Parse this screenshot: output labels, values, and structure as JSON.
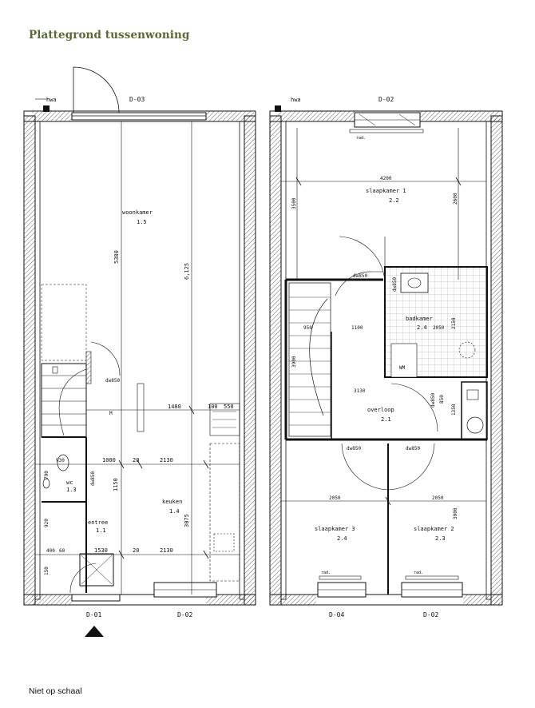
{
  "title": "Plattegrond tussenwoning",
  "footer": "Niet op schaal",
  "ground_floor": {
    "rooms": [
      {
        "name": "woonkamer",
        "num": "1.5"
      },
      {
        "name": "keuken",
        "num": "1.4"
      },
      {
        "name": "entree",
        "num": "1.1"
      },
      {
        "name": "wc",
        "num": "1.3"
      }
    ],
    "elevations": {
      "front": "D-03",
      "back_left": "D-01",
      "back_right": "D-02"
    },
    "hwa": "hwa",
    "meter": "M",
    "dims": {
      "d5380": "5380",
      "d6125": "6,125",
      "d1480": "1480",
      "d100": "100",
      "d550": "550",
      "d1000": "1000",
      "d20a": "20",
      "d2130a": "2130",
      "d930": "930",
      "d1150": "1150",
      "d3075": "3075",
      "d1530": "1530",
      "d20b": "20",
      "d2130b": "2130",
      "d920": "920",
      "d400": "400",
      "d60": "60",
      "d150": "150",
      "d790": "790"
    },
    "doors": {
      "dw850a": "dw850",
      "dw850b": "dw850"
    }
  },
  "first_floor": {
    "rooms": [
      {
        "name": "slaapkamer 1",
        "num": "2.2"
      },
      {
        "name": "badkamer",
        "num": "2.4"
      },
      {
        "name": "overloop",
        "num": "2.1"
      },
      {
        "name": "slaapkamer 3",
        "num": "2.4"
      },
      {
        "name": "slaapkamer 2",
        "num": "2.3"
      }
    ],
    "elevations": {
      "front": "D-02",
      "back_left": "D-04",
      "back_right": "D-02"
    },
    "hwa": "hwa",
    "rad": "rad.",
    "wm": "WM",
    "dims": {
      "d4200": "4200",
      "d2600": "2600",
      "d3500": "3500",
      "d950": "950",
      "d1100": "1100",
      "d2050": "2050",
      "d2150": "2150",
      "d1350": "1350",
      "d850": "850",
      "d3130": "3130",
      "d2050a": "2050",
      "d2050b": "2050",
      "d3000": "3000",
      "d3900": "3900"
    },
    "doors": {
      "dw850a": "dw850",
      "dw850b": "dw850",
      "dw850c": "dw850",
      "dw850d": "dw850",
      "dw850e": "dw850"
    }
  }
}
